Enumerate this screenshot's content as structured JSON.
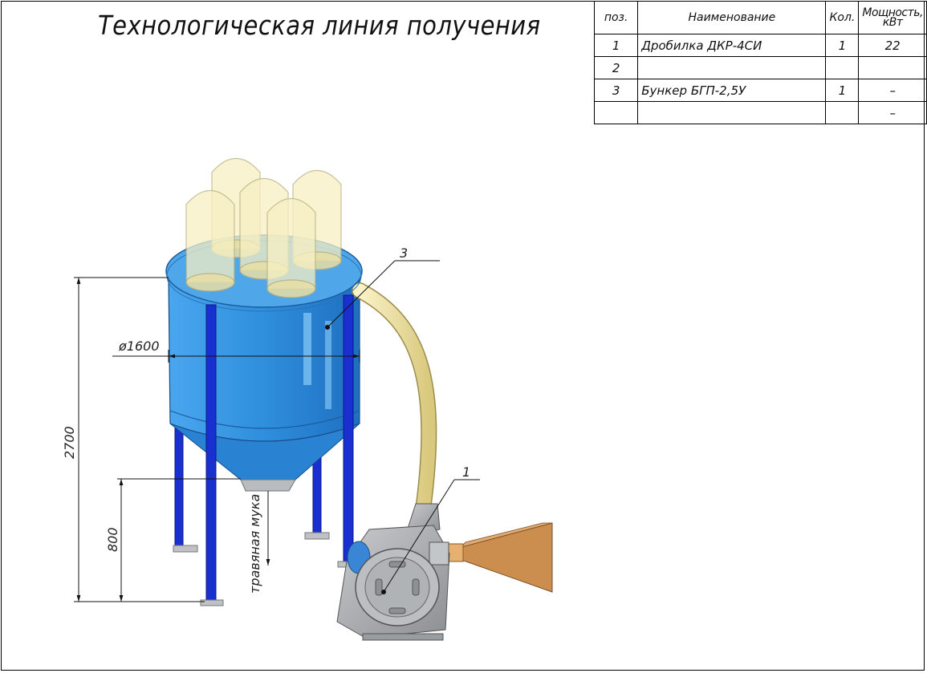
{
  "title": "Технологическая линия получения",
  "spec_table": {
    "headers": {
      "pos": "поз.",
      "name": "Наименование",
      "qty": "Кол.",
      "power_line1": "Мощность,",
      "power_line2": "кВт"
    },
    "rows": [
      {
        "pos": "1",
        "name": "Дробилка ДКР-4СИ",
        "qty": "1",
        "power": "22"
      },
      {
        "pos": "2",
        "name": "",
        "qty": "",
        "power": ""
      },
      {
        "pos": "3",
        "name": "Бункер БГП-2,5У",
        "qty": "1",
        "power": "–"
      },
      {
        "pos": "",
        "name": "",
        "qty": "",
        "power": "–"
      }
    ]
  },
  "drawing": {
    "callouts": {
      "crusher": "1",
      "bunker": "3"
    },
    "dimensions": {
      "diameter": "ø1600",
      "total_height": "2700",
      "outlet_height": "800"
    },
    "outlet_label": "травяная мука"
  },
  "colors": {
    "bunker_blue": "#2f8fdd",
    "legs_blue": "#1a2fd0",
    "filter_yellow": "#f7f0c4",
    "hose_yellow": "#f2e6a8",
    "crusher_gray": "#a9acae",
    "cone_orange": "#cc8e4f"
  }
}
